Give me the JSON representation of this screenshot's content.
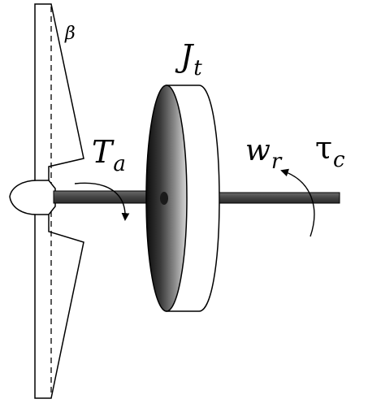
{
  "labels": {
    "beta": {
      "main": "β"
    },
    "inertia": {
      "main": "J",
      "sub": "t"
    },
    "aero_torque": {
      "main": "T",
      "sub": "a"
    },
    "rotor_speed": {
      "main": "w",
      "sub": "r"
    },
    "control_torque": {
      "main": "τ",
      "sub": "c"
    }
  },
  "colors": {
    "stroke": "#000000",
    "shaft": "#555555",
    "shaft_dark": "#2a2a2a",
    "disk_face": "#ffffff"
  }
}
